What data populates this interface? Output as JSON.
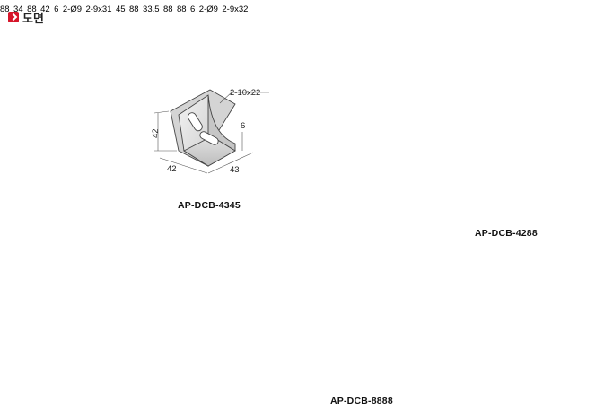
{
  "header": {
    "title": "도면"
  },
  "parts": [
    {
      "code": "AP-DCB-4345",
      "hole_spec": "2-10x22",
      "dims": {
        "height": "42",
        "width_left": "42",
        "width_right": "43",
        "thickness": "6"
      }
    },
    {
      "code": "AP-DCB-4288",
      "hole_round": "2-Ø9",
      "hole_slot": "2-9x31",
      "dims": {
        "height": "88",
        "hole_pitch": "34",
        "width_left": "88",
        "width_right": "42",
        "thickness": "6"
      }
    },
    {
      "code": "AP-DCB-8888",
      "hole_round": "2-Ø9",
      "hole_slot": "2-9x32",
      "dims": {
        "top": "45",
        "height": "88",
        "hole_pitch": "33.5",
        "width_left": "88",
        "width_right": "88",
        "thickness": "6"
      }
    }
  ]
}
